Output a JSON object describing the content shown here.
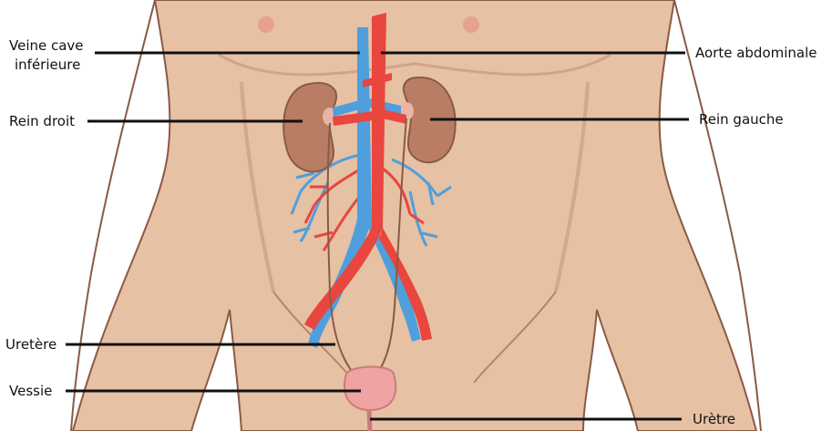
{
  "colors": {
    "skin": "#e6c1a3",
    "skin_shadow": "#c9977a",
    "outline": "#8a5a43",
    "artery": "#e8463f",
    "vein": "#4f9fdc",
    "kidney": "#b97d63",
    "bladder": "#f0a3a3",
    "leader_line": "#111111"
  },
  "labels": {
    "vena_cava_line1": "Veine cave",
    "vena_cava_line2": "inférieure",
    "right_kidney": "Rein droit",
    "ureter": "Uretère",
    "bladder": "Vessie",
    "aorta": "Aorte abdominale",
    "left_kidney": "Rein gauche",
    "urethra": "Urètre"
  }
}
